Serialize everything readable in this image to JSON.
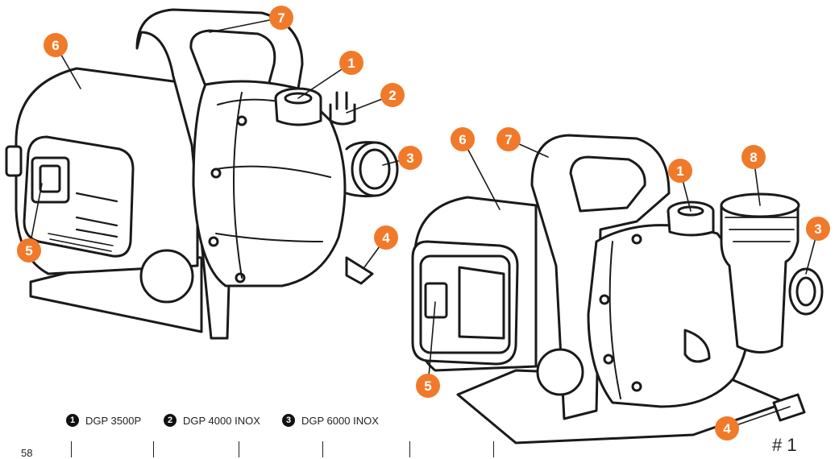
{
  "legend": [
    {
      "num": "1",
      "label": "DGP 3500P"
    },
    {
      "num": "2",
      "label": "DGP 4000 INOX"
    },
    {
      "num": "3",
      "label": "DGP 6000 INOX"
    }
  ],
  "page_number": "58",
  "figure_tag": "# 1",
  "callouts": {
    "left_pump": [
      "1",
      "2",
      "3",
      "4",
      "5",
      "6",
      "7"
    ],
    "right_pump": [
      "1",
      "3",
      "4",
      "5",
      "6",
      "7",
      "8"
    ]
  },
  "colors": {
    "callout": "#F07A2A",
    "line": "#1a1a1a",
    "fill": "#ffffff"
  }
}
